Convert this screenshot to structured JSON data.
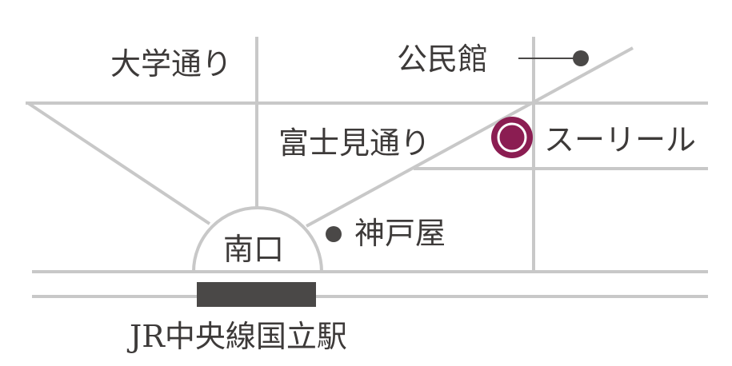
{
  "colors": {
    "road": "#c8c8c8",
    "text": "#3d3a39",
    "station_bar": "#4a4847",
    "landmark_dot": "#4a4847",
    "highlight": "#8b1d52"
  },
  "streets": {
    "daigaku_dori": "大学通り",
    "fujimi_dori": "富士見通り"
  },
  "landmarks": {
    "kominkan": "公民館",
    "kobeya": "神戸屋",
    "minamiguchi": "南口"
  },
  "destination": {
    "name": "スーリール",
    "icon": "target-ring-icon"
  },
  "station": {
    "name": "JR中央線国立駅"
  }
}
